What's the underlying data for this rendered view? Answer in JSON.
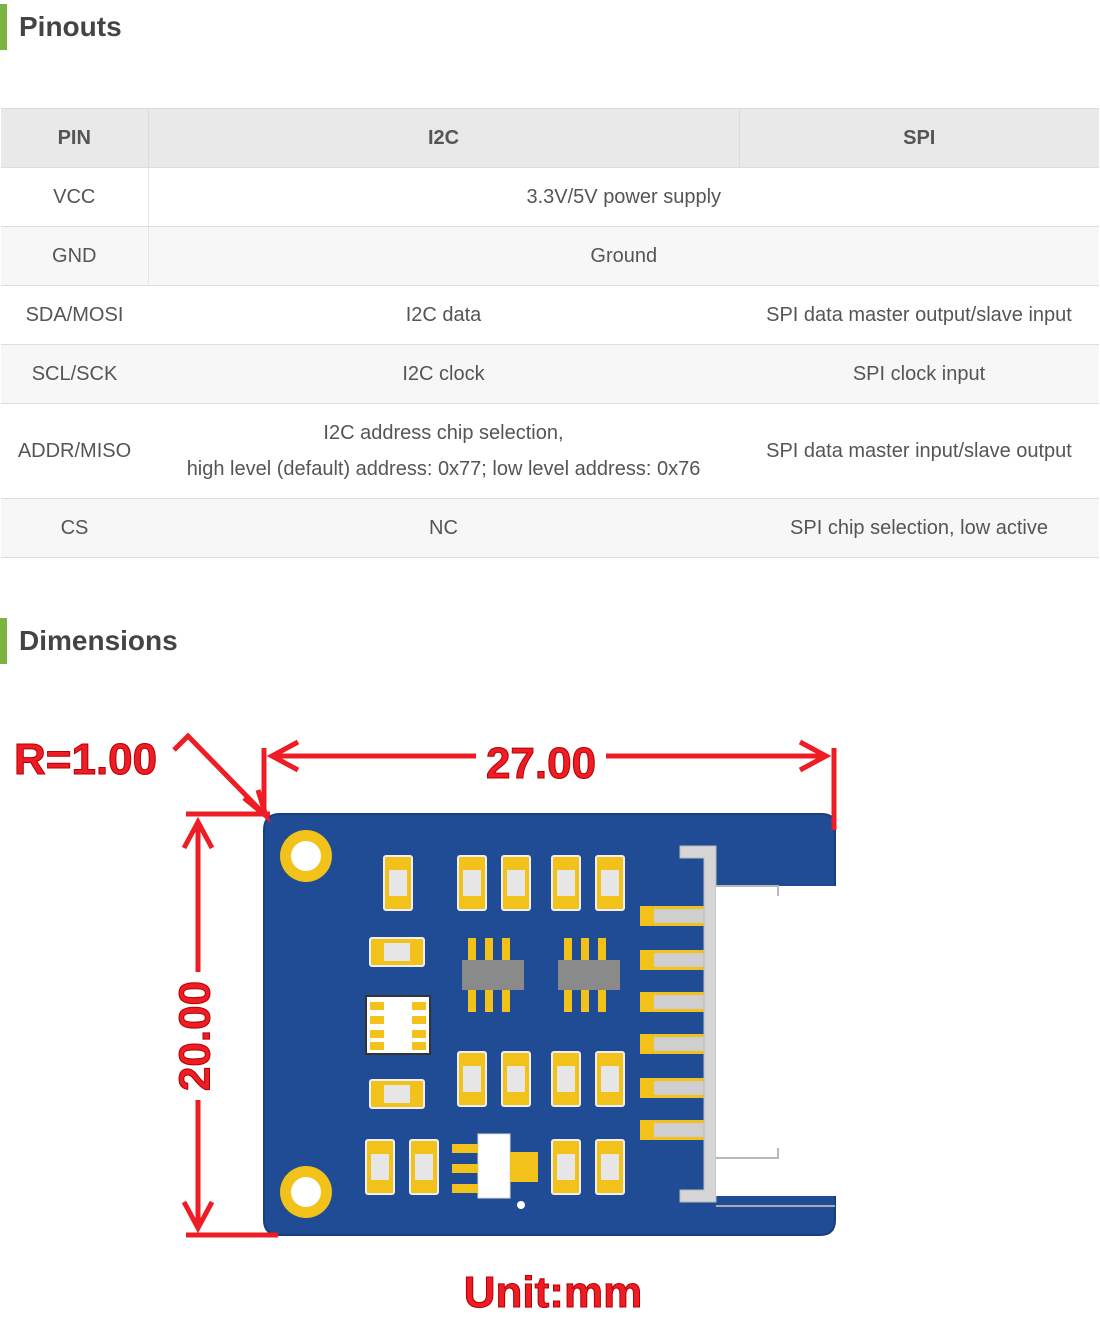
{
  "pinouts": {
    "title": "Pinouts",
    "headers": [
      "PIN",
      "I2C",
      "SPI"
    ],
    "rows": {
      "vcc": {
        "pin": "VCC",
        "shared": "3.3V/5V power supply"
      },
      "gnd": {
        "pin": "GND",
        "shared": "Ground"
      },
      "sda": {
        "pin": "SDA/MOSI",
        "i2c": "I2C data",
        "spi": "SPI data master output/slave input"
      },
      "scl": {
        "pin": "SCL/SCK",
        "i2c": "I2C clock",
        "spi": "SPI clock input"
      },
      "addr": {
        "pin": "ADDR/MISO",
        "i2c_line1": "I2C address chip selection,",
        "i2c_line2": "high level (default) address: 0x77; low level address: 0x76",
        "spi": "SPI data master input/slave output"
      },
      "cs": {
        "pin": "CS",
        "i2c": "NC",
        "spi": "SPI chip selection, low active"
      }
    }
  },
  "dimensions": {
    "title": "Dimensions",
    "radius_label": "R=1.00",
    "width_label": "27.00",
    "height_label": "20.00",
    "unit_label": "Unit:mm",
    "colors": {
      "pcb": "#1f4c95",
      "pad": "#f2c21b",
      "dimension": "#ee1c24",
      "connector": "#d6d6d6"
    }
  }
}
